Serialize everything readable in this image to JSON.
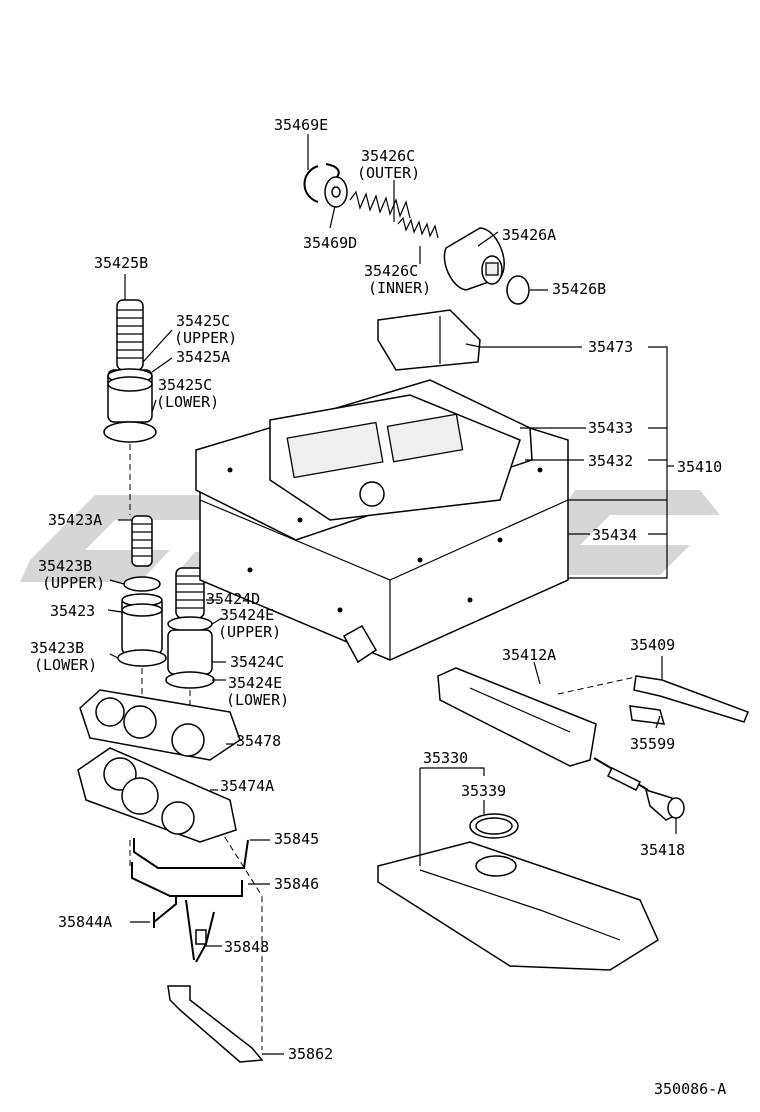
{
  "labels": {
    "p35469E": "35469E",
    "p35426C_outer": "35426C",
    "p35426C_outer_note": "(OUTER)",
    "p35469D": "35469D",
    "p35426A": "35426A",
    "p35426C_inner": "35426C",
    "p35426C_inner_note": "(INNER)",
    "p35426B": "35426B",
    "p35425B": "35425B",
    "p35425C_upper": "35425C",
    "p35425C_upper_note": "(UPPER)",
    "p35425A": "35425A",
    "p35425C_lower": "35425C",
    "p35425C_lower_note": "(LOWER)",
    "p35473": "35473",
    "p35433": "35433",
    "p35432": "35432",
    "p35410": "35410",
    "p35434": "35434",
    "p35423A": "35423A",
    "p35423B_upper": "35423B",
    "p35423B_upper_note": "(UPPER)",
    "p35423": "35423",
    "p35424D": "35424D",
    "p35424E_upper": "35424E",
    "p35424E_upper_note": "(UPPER)",
    "p35423B_lower": "35423B",
    "p35423B_lower_note": "(LOWER)",
    "p35424C": "35424C",
    "p35424E_lower": "35424E",
    "p35424E_lower_note": "(LOWER)",
    "p35412A": "35412A",
    "p35409": "35409",
    "p35599": "35599",
    "p35478": "35478",
    "p35474A": "35474A",
    "p35330": "35330",
    "p35339": "35339",
    "p35418": "35418",
    "p35845": "35845",
    "p35846": "35846",
    "p35844A": "35844A",
    "p35848": "35848",
    "p35862": "35862",
    "diagram_code": "350086-A"
  },
  "watermark_color": "#c8c8c8"
}
